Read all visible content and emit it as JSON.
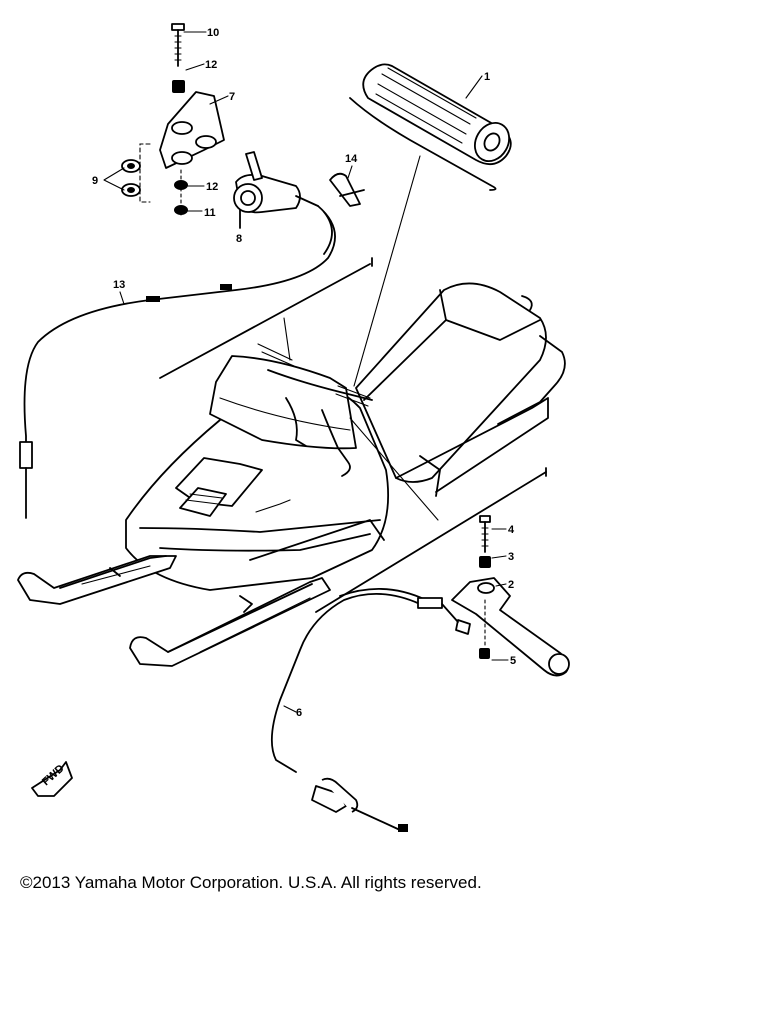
{
  "diagram": {
    "callouts": [
      "1",
      "2",
      "3",
      "4",
      "5",
      "6",
      "7",
      "8",
      "9",
      "10",
      "11",
      "12",
      "12",
      "13",
      "14"
    ],
    "front_arrow_label": "FWD"
  },
  "footer": {
    "copyright": "©2013 Yamaha Motor Corporation. U.S.A. All rights reserved."
  }
}
